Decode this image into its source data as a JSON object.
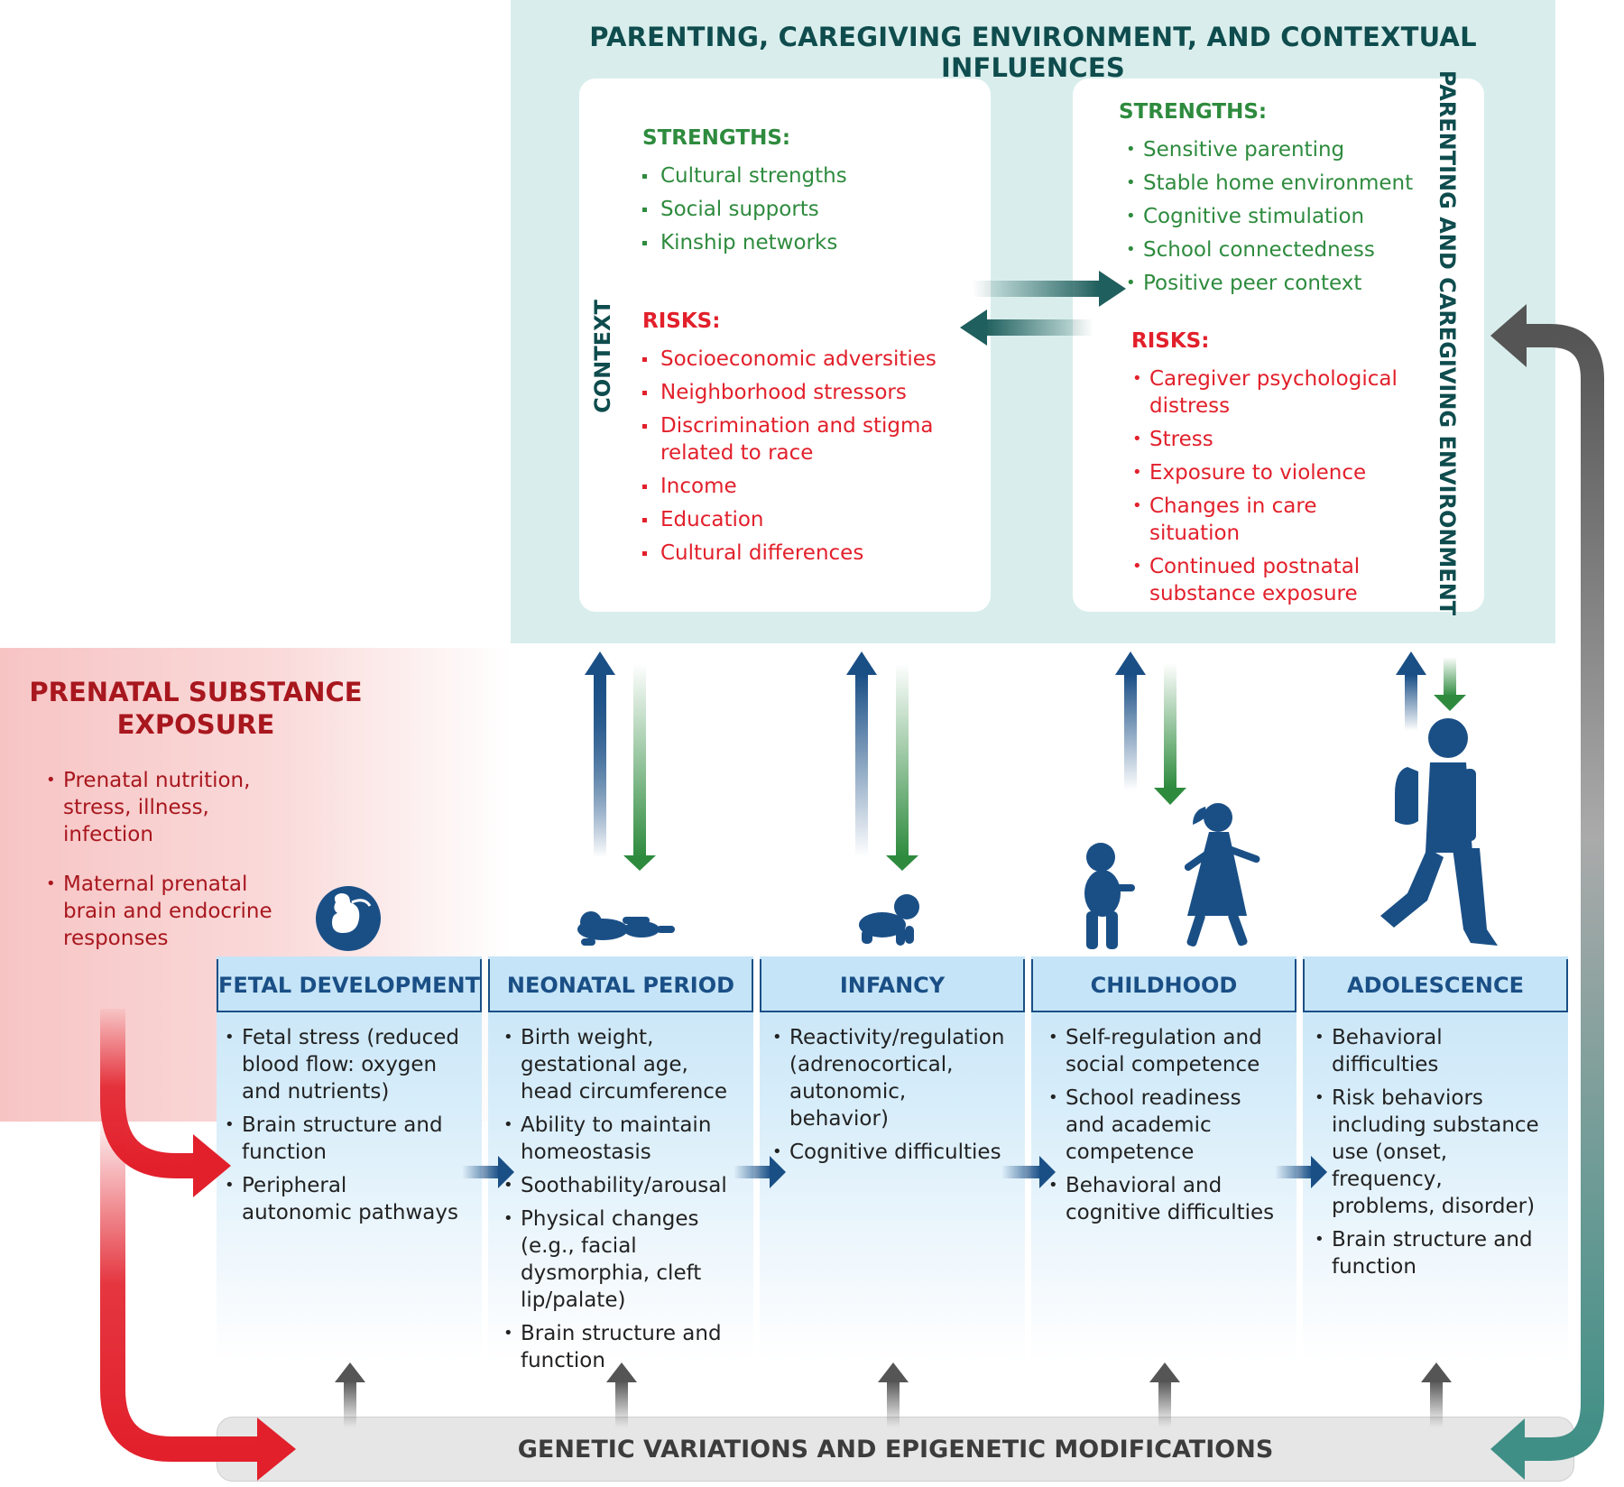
{
  "top": {
    "title": "PARENTING, CAREGIVING ENVIRONMENT, AND CONTEXTUAL INFLUENCES",
    "context_label": "CONTEXT",
    "parenting_label": "PARENTING AND CAREGIVING ENVIRONMENT",
    "context": {
      "strengths_heading": "STRENGTHS:",
      "strengths": [
        "Cultural strengths",
        "Social supports",
        "Kinship networks"
      ],
      "risks_heading": "RISKS:",
      "risks": [
        "Socioeconomic adversities",
        "Neighborhood stressors",
        "Discrimination and stigma related to race",
        "Income",
        "Education",
        "Cultural differences"
      ]
    },
    "parenting": {
      "strengths_heading": "STRENGTHS:",
      "strengths": [
        "Sensitive parenting",
        "Stable home environment",
        "Cognitive stimulation",
        "School connectedness",
        "Positive peer context"
      ],
      "risks_heading": "RISKS:",
      "risks": [
        "Caregiver psychological distress",
        "Stress",
        "Exposure to violence",
        "Changes in care situation",
        "Continued postnatal substance exposure"
      ]
    }
  },
  "prenatal": {
    "title": "PRENATAL SUBSTANCE EXPOSURE",
    "items": [
      "Prenatal nutrition, stress, illness, infection",
      "Maternal prenatal brain and endocrine responses"
    ]
  },
  "stages": [
    {
      "name": "FETAL DEVELOPMENT",
      "items": [
        "Fetal stress (reduced blood flow: oxygen and nutrients)",
        "Brain structure and function",
        "Peripheral autonomic pathways"
      ]
    },
    {
      "name": "NEONATAL PERIOD",
      "items": [
        "Birth weight, gestational age, head circumference",
        "Ability to maintain homeostasis",
        "Soothability/arousal",
        "Physical changes (e.g., facial dysmorphia, cleft lip/palate)",
        "Brain structure and function"
      ]
    },
    {
      "name": "INFANCY",
      "items": [
        "Reactivity/regulation (adrenocortical, autonomic, behavior)",
        "Cognitive difficulties"
      ]
    },
    {
      "name": "CHILDHOOD",
      "items": [
        "Self-regulation and social competence",
        "School readiness and academic competence",
        "Behavioral and cognitive difficulties"
      ]
    },
    {
      "name": "ADOLESCENCE",
      "items": [
        "Behavioral difficulties",
        "Risk behaviors including substance use (onset, frequency, problems, disorder)",
        "Brain structure and function"
      ]
    }
  ],
  "genetic": {
    "label": "GENETIC VARIATIONS AND EPIGENETIC MODIFICATIONS"
  },
  "colors": {
    "teal_panel": "#d9eeec",
    "teal_text": "#0f4c4e",
    "navy": "#1a4f86",
    "green": "#2e8b3e",
    "red": "#e2202b",
    "dark_red": "#a8171e",
    "gray": "#555555"
  },
  "icons": [
    "fetus-icon",
    "newborn-icon",
    "crawling-baby-icon",
    "toddler-icon",
    "girl-icon",
    "teen-icon"
  ]
}
